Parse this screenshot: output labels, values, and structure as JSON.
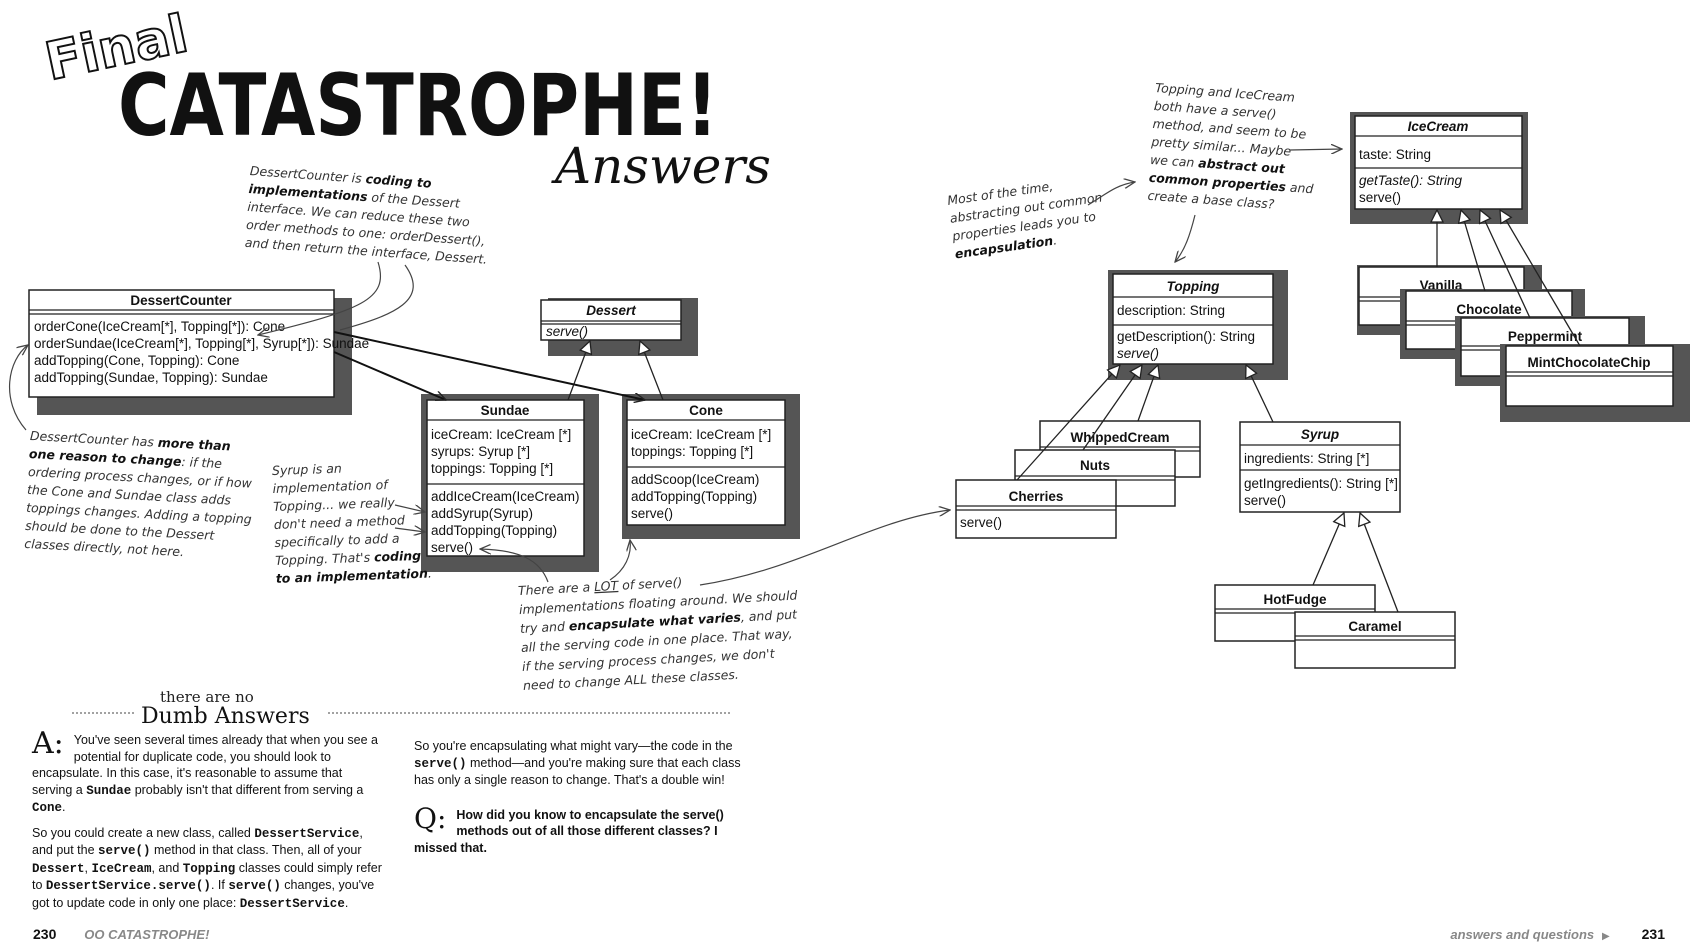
{
  "header": {
    "final": "Final",
    "title": "CATASTROPHE!",
    "answers": "Answers"
  },
  "classes": {
    "dessert_counter": {
      "name": "DessertCounter",
      "methods": [
        "orderCone(IceCream[*], Topping[*]): Cone",
        "orderSundae(IceCream[*], Topping[*], Syrup[*]): Sundae",
        "addTopping(Cone, Topping): Cone",
        "addTopping(Sundae, Topping): Sundae"
      ]
    },
    "dessert": {
      "name": "Dessert",
      "methods": [
        "serve()"
      ]
    },
    "sundae": {
      "name": "Sundae",
      "attributes": [
        "iceCream: IceCream [*]",
        "syrups: Syrup [*]",
        "toppings: Topping [*]"
      ],
      "methods": [
        "addIceCream(IceCream)",
        "addSyrup(Syrup)",
        "addTopping(Topping)",
        "serve()"
      ]
    },
    "cone": {
      "name": "Cone",
      "attributes": [
        "iceCream: IceCream [*]",
        "toppings: Topping [*]"
      ],
      "methods": [
        "addScoop(IceCream)",
        "addTopping(Topping)",
        "serve()"
      ]
    },
    "icecream": {
      "name": "IceCream",
      "attributes": [
        "taste: String"
      ],
      "methods": [
        "getTaste(): String",
        "serve()"
      ]
    },
    "vanilla": {
      "name": "Vanilla"
    },
    "chocolate": {
      "name": "Chocolate"
    },
    "peppermint": {
      "name": "Peppermint"
    },
    "mintchoc": {
      "name": "MintChocolateChip"
    },
    "topping": {
      "name": "Topping",
      "attributes": [
        "description: String"
      ],
      "methods": [
        "getDescription(): String",
        "serve()"
      ]
    },
    "whippedcream": {
      "name": "WhippedCream"
    },
    "nuts": {
      "name": "Nuts"
    },
    "cherries": {
      "name": "Cherries",
      "methods": [
        "serve()"
      ]
    },
    "syrup": {
      "name": "Syrup",
      "attributes": [
        "ingredients: String [*]"
      ],
      "methods": [
        "getIngredients(): String [*]",
        "serve()"
      ]
    },
    "hotfudge": {
      "name": "HotFudge"
    },
    "caramel": {
      "name": "Caramel"
    }
  },
  "notes": {
    "counter_coding": [
      [
        [
          "DessertCounter is ",
          false
        ],
        [
          "coding to",
          true
        ]
      ],
      [
        [
          "implementations",
          true
        ],
        [
          " of the Dessert",
          false
        ]
      ],
      [
        [
          "interface. We can reduce these two",
          false
        ]
      ],
      [
        [
          "order methods to one: orderDessert(),",
          false
        ]
      ],
      [
        [
          "and then return the interface, Dessert.",
          false
        ]
      ]
    ],
    "counter_reason": [
      [
        [
          "DessertCounter has ",
          false
        ],
        [
          "more than",
          true
        ]
      ],
      [
        [
          "one reason to change",
          true
        ],
        [
          ": if the",
          false
        ]
      ],
      [
        [
          "ordering process changes, or if how",
          false
        ]
      ],
      [
        [
          "the Cone and Sundae class adds",
          false
        ]
      ],
      [
        [
          "toppings changes. Adding a topping",
          false
        ]
      ],
      [
        [
          "should be done to the Dessert",
          false
        ]
      ],
      [
        [
          "classes directly, not here.",
          false
        ]
      ]
    ],
    "syrup_impl": [
      [
        [
          "Syrup is an",
          false
        ]
      ],
      [
        [
          "implementation of",
          false
        ]
      ],
      [
        [
          "Topping... we really",
          false
        ]
      ],
      [
        [
          "don't need a method",
          false
        ]
      ],
      [
        [
          "specifically to add a",
          false
        ]
      ],
      [
        [
          "Topping. That's ",
          false
        ],
        [
          "coding",
          true
        ]
      ],
      [
        [
          "to an implementation",
          true
        ],
        [
          ".",
          false
        ]
      ]
    ],
    "serve_lot": [
      [
        [
          "There are a ",
          false
        ],
        [
          "LOT",
          false
        ],
        [
          " of serve()",
          false
        ]
      ],
      [
        [
          "implementations floating around. We should",
          false
        ]
      ],
      [
        [
          "try and ",
          false
        ],
        [
          "encapsulate what varies",
          true
        ],
        [
          ", and put",
          false
        ]
      ],
      [
        [
          "all the serving code in one place. That way,",
          false
        ]
      ],
      [
        [
          "if the serving process changes, we don't",
          false
        ]
      ],
      [
        [
          "need to change ALL these classes.",
          false
        ]
      ]
    ],
    "abstract_most": [
      [
        [
          "Most of the time,",
          false
        ]
      ],
      [
        [
          "abstracting out common",
          false
        ]
      ],
      [
        [
          "properties leads you to",
          false
        ]
      ],
      [
        [
          "encapsulation",
          true
        ],
        [
          ".",
          false
        ]
      ]
    ],
    "topping_icecream": [
      [
        [
          "Topping and IceCream",
          false
        ]
      ],
      [
        [
          "both have a serve()",
          false
        ]
      ],
      [
        [
          "method, and seem to be",
          false
        ]
      ],
      [
        [
          "pretty similar... Maybe",
          false
        ]
      ],
      [
        [
          "we can ",
          false
        ],
        [
          "abstract out",
          true
        ]
      ],
      [
        [
          "common properties",
          true
        ],
        [
          " and",
          false
        ]
      ],
      [
        [
          "create a base class?",
          false
        ]
      ]
    ]
  },
  "qa": {
    "heading_small": "there are no",
    "heading_big": "Dumb Answers",
    "a_mark": "A:",
    "q_mark": "Q:",
    "col1": {
      "p1": [
        [
          "You've seen several times already that when you see a potential for duplicate code, you should look to encapsulate. In this case, it's reasonable to assume that serving a ",
          false
        ],
        [
          "Sundae",
          true
        ],
        [
          " probably isn't that different from serving a ",
          false
        ],
        [
          "Cone",
          true
        ],
        [
          ".",
          false
        ]
      ],
      "p2": [
        [
          "So you could create a new class, called ",
          false
        ],
        [
          "DessertService",
          true
        ],
        [
          ", and put the ",
          false
        ],
        [
          "serve()",
          true
        ],
        [
          " method in that class. Then, all of your ",
          false
        ],
        [
          "Dessert",
          true
        ],
        [
          ", ",
          false
        ],
        [
          "IceCream",
          true
        ],
        [
          ", and ",
          false
        ],
        [
          "Topping",
          true
        ],
        [
          " classes could simply refer to ",
          false
        ],
        [
          "DessertService.serve()",
          true
        ],
        [
          ". If ",
          false
        ],
        [
          "serve()",
          true
        ],
        [
          " changes, you've got to update code in only one place: ",
          false
        ],
        [
          "DessertService",
          true
        ],
        [
          ".",
          false
        ]
      ]
    },
    "col2": {
      "p1": [
        [
          "So you're encapsulating what might vary—the code in the ",
          false
        ],
        [
          "serve()",
          true
        ],
        [
          " method—and you're making sure that each class has only a single reason to change. That's a double win!",
          false
        ]
      ],
      "question": "How did you know to encapsulate the serve() methods out of all those different classes? I missed that."
    }
  },
  "footer": {
    "left_page": "230",
    "left_title": "OO CATASTROPHE!",
    "right_title": "answers and questions",
    "right_page": "231"
  }
}
